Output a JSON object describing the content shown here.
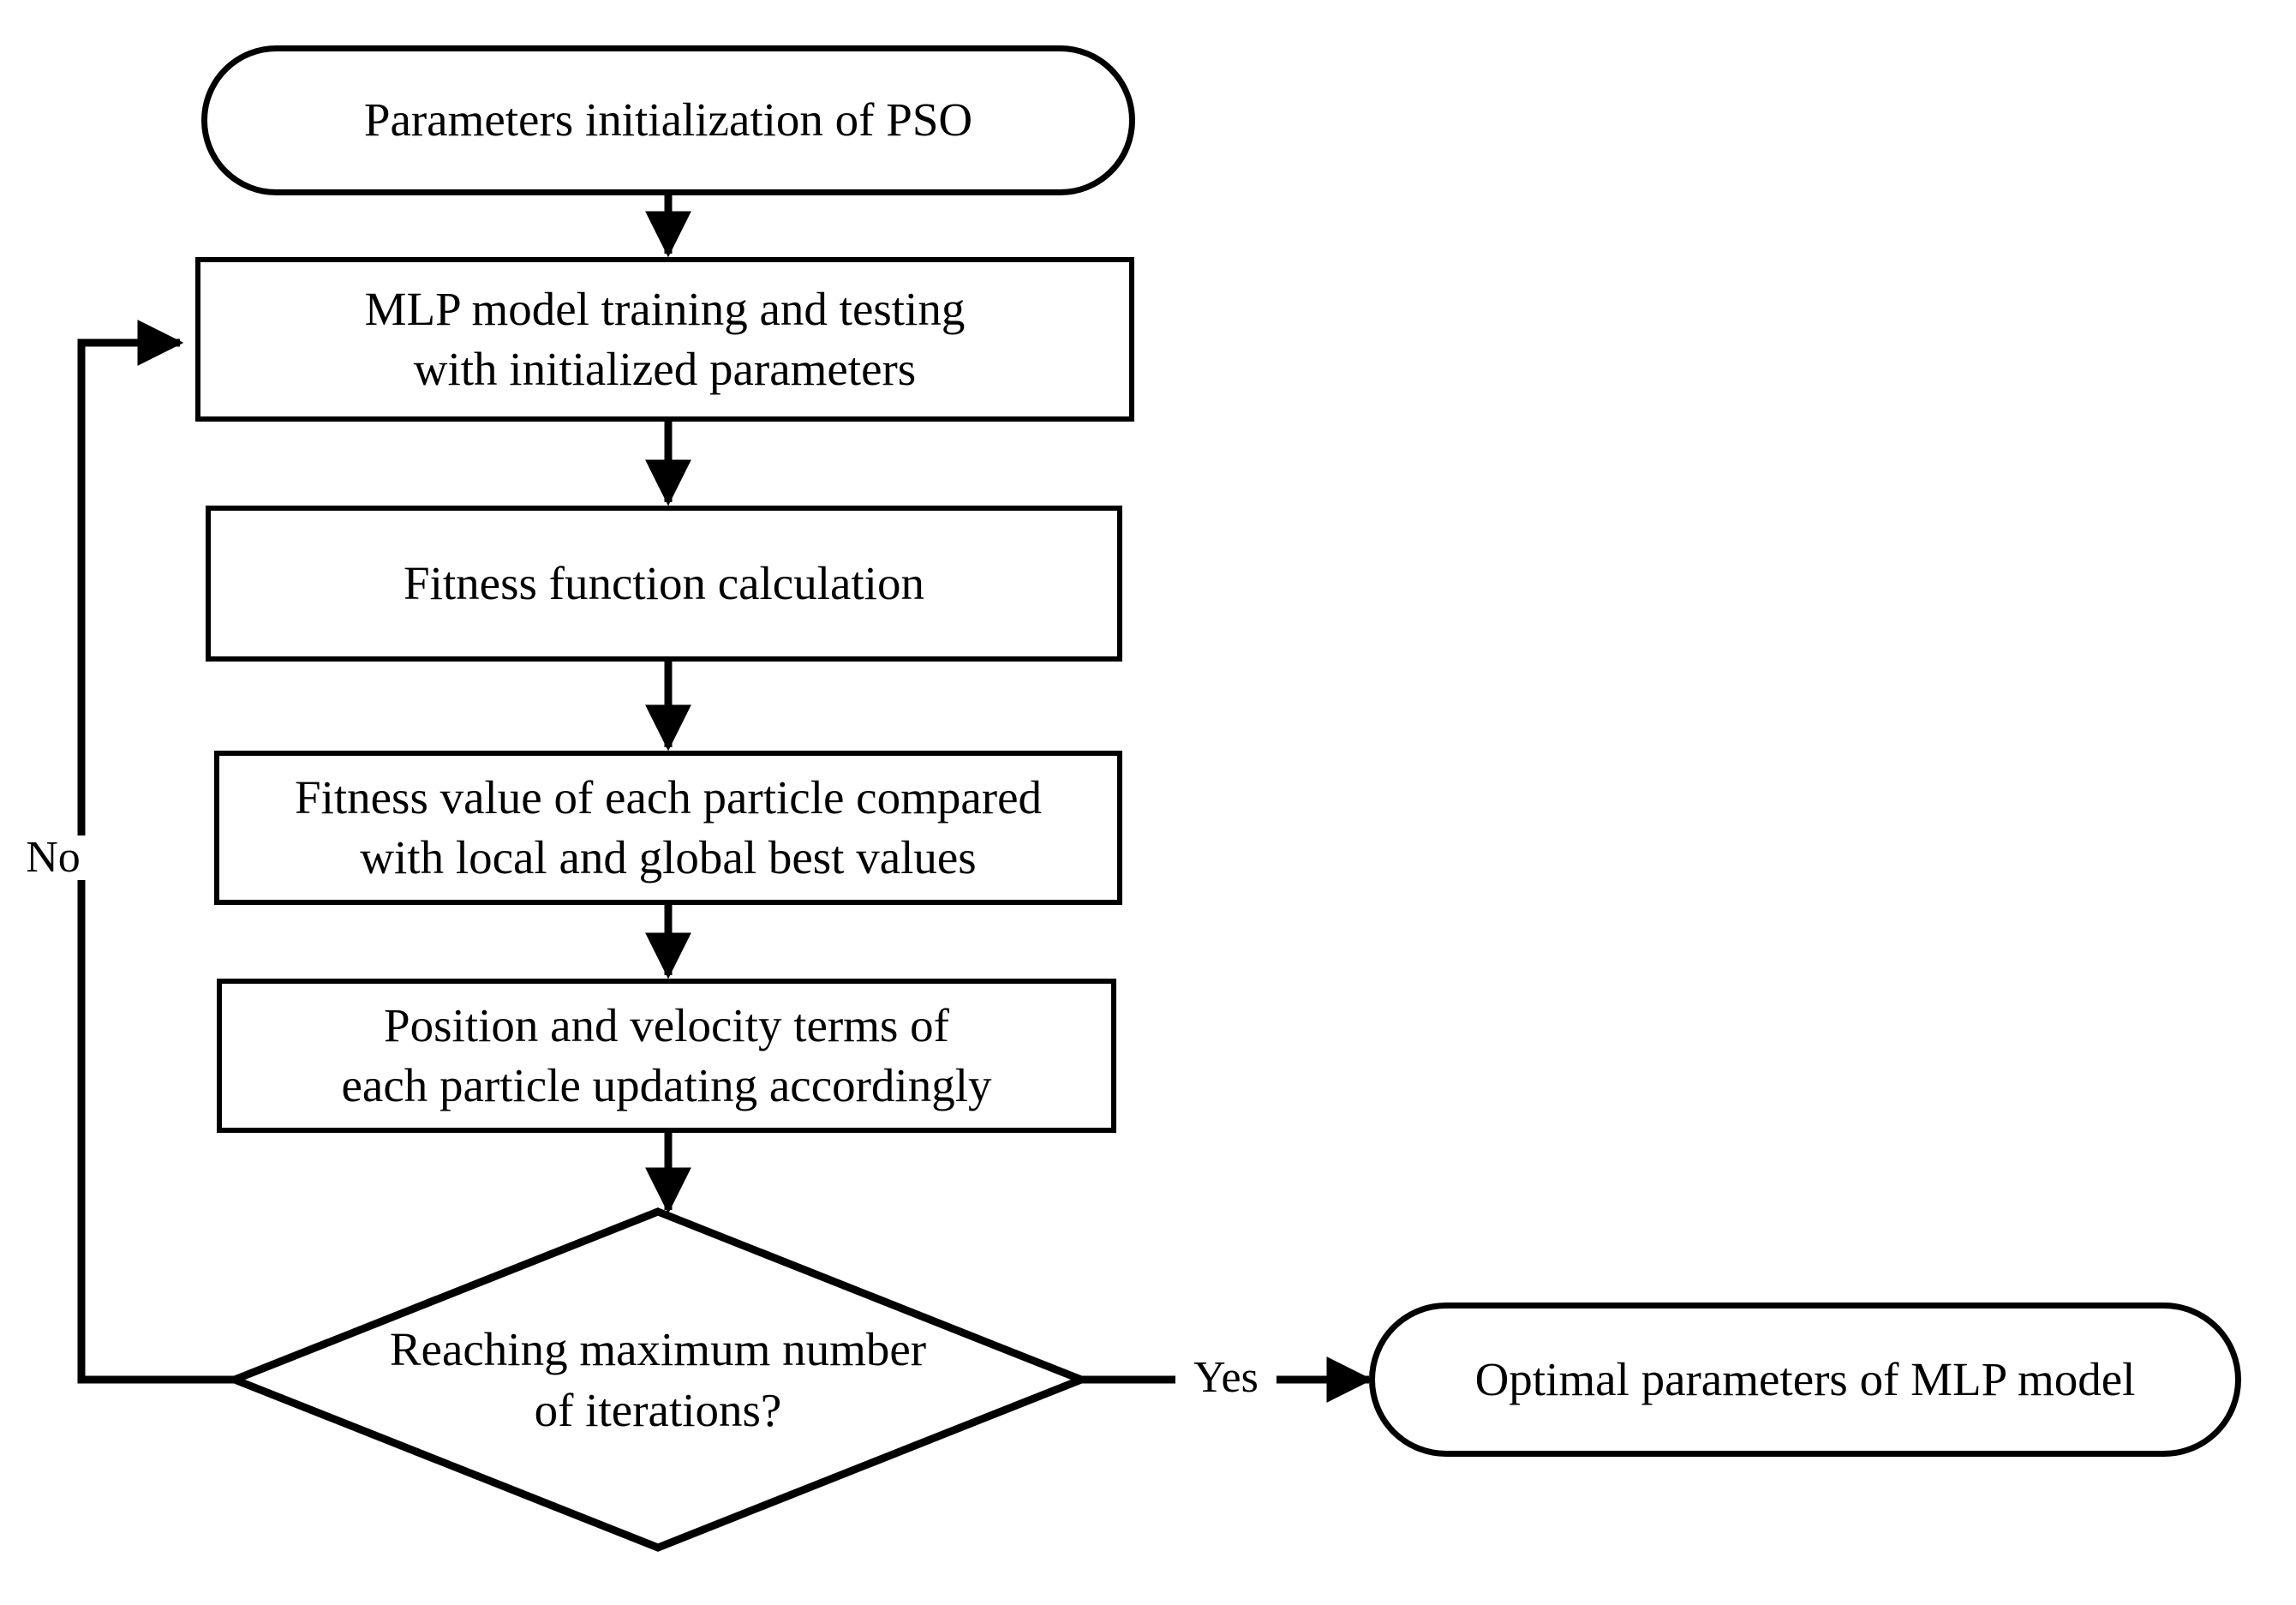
{
  "diagram": {
    "type": "flowchart",
    "title": "PSO optimization of MLP model",
    "background_color": "#ffffff",
    "line_color": "#000000",
    "text_color": "#000000"
  },
  "nodes": {
    "start": {
      "shape": "terminator",
      "label": "Parameters initialization of PSO"
    },
    "train": {
      "shape": "process",
      "label": "MLP model training and testing\nwith initialized parameters"
    },
    "fitness": {
      "shape": "process",
      "label": "Fitness function calculation"
    },
    "compare": {
      "shape": "process",
      "label": "Fitness value of each particle compared\nwith local and global best values"
    },
    "update": {
      "shape": "process",
      "label": "Position and velocity terms of\neach particle updating accordingly"
    },
    "decision": {
      "shape": "diamond",
      "label": "Reaching maximum number\nof iterations?"
    },
    "end": {
      "shape": "terminator",
      "label": "Optimal parameters of MLP model"
    }
  },
  "edge_labels": {
    "no": "No",
    "yes": "Yes"
  },
  "edges": [
    {
      "from": "start",
      "to": "train",
      "label": ""
    },
    {
      "from": "train",
      "to": "fitness",
      "label": ""
    },
    {
      "from": "fitness",
      "to": "compare",
      "label": ""
    },
    {
      "from": "compare",
      "to": "update",
      "label": ""
    },
    {
      "from": "update",
      "to": "decision",
      "label": ""
    },
    {
      "from": "decision",
      "to": "end",
      "label": "Yes"
    },
    {
      "from": "decision",
      "to": "train",
      "label": "No"
    }
  ]
}
